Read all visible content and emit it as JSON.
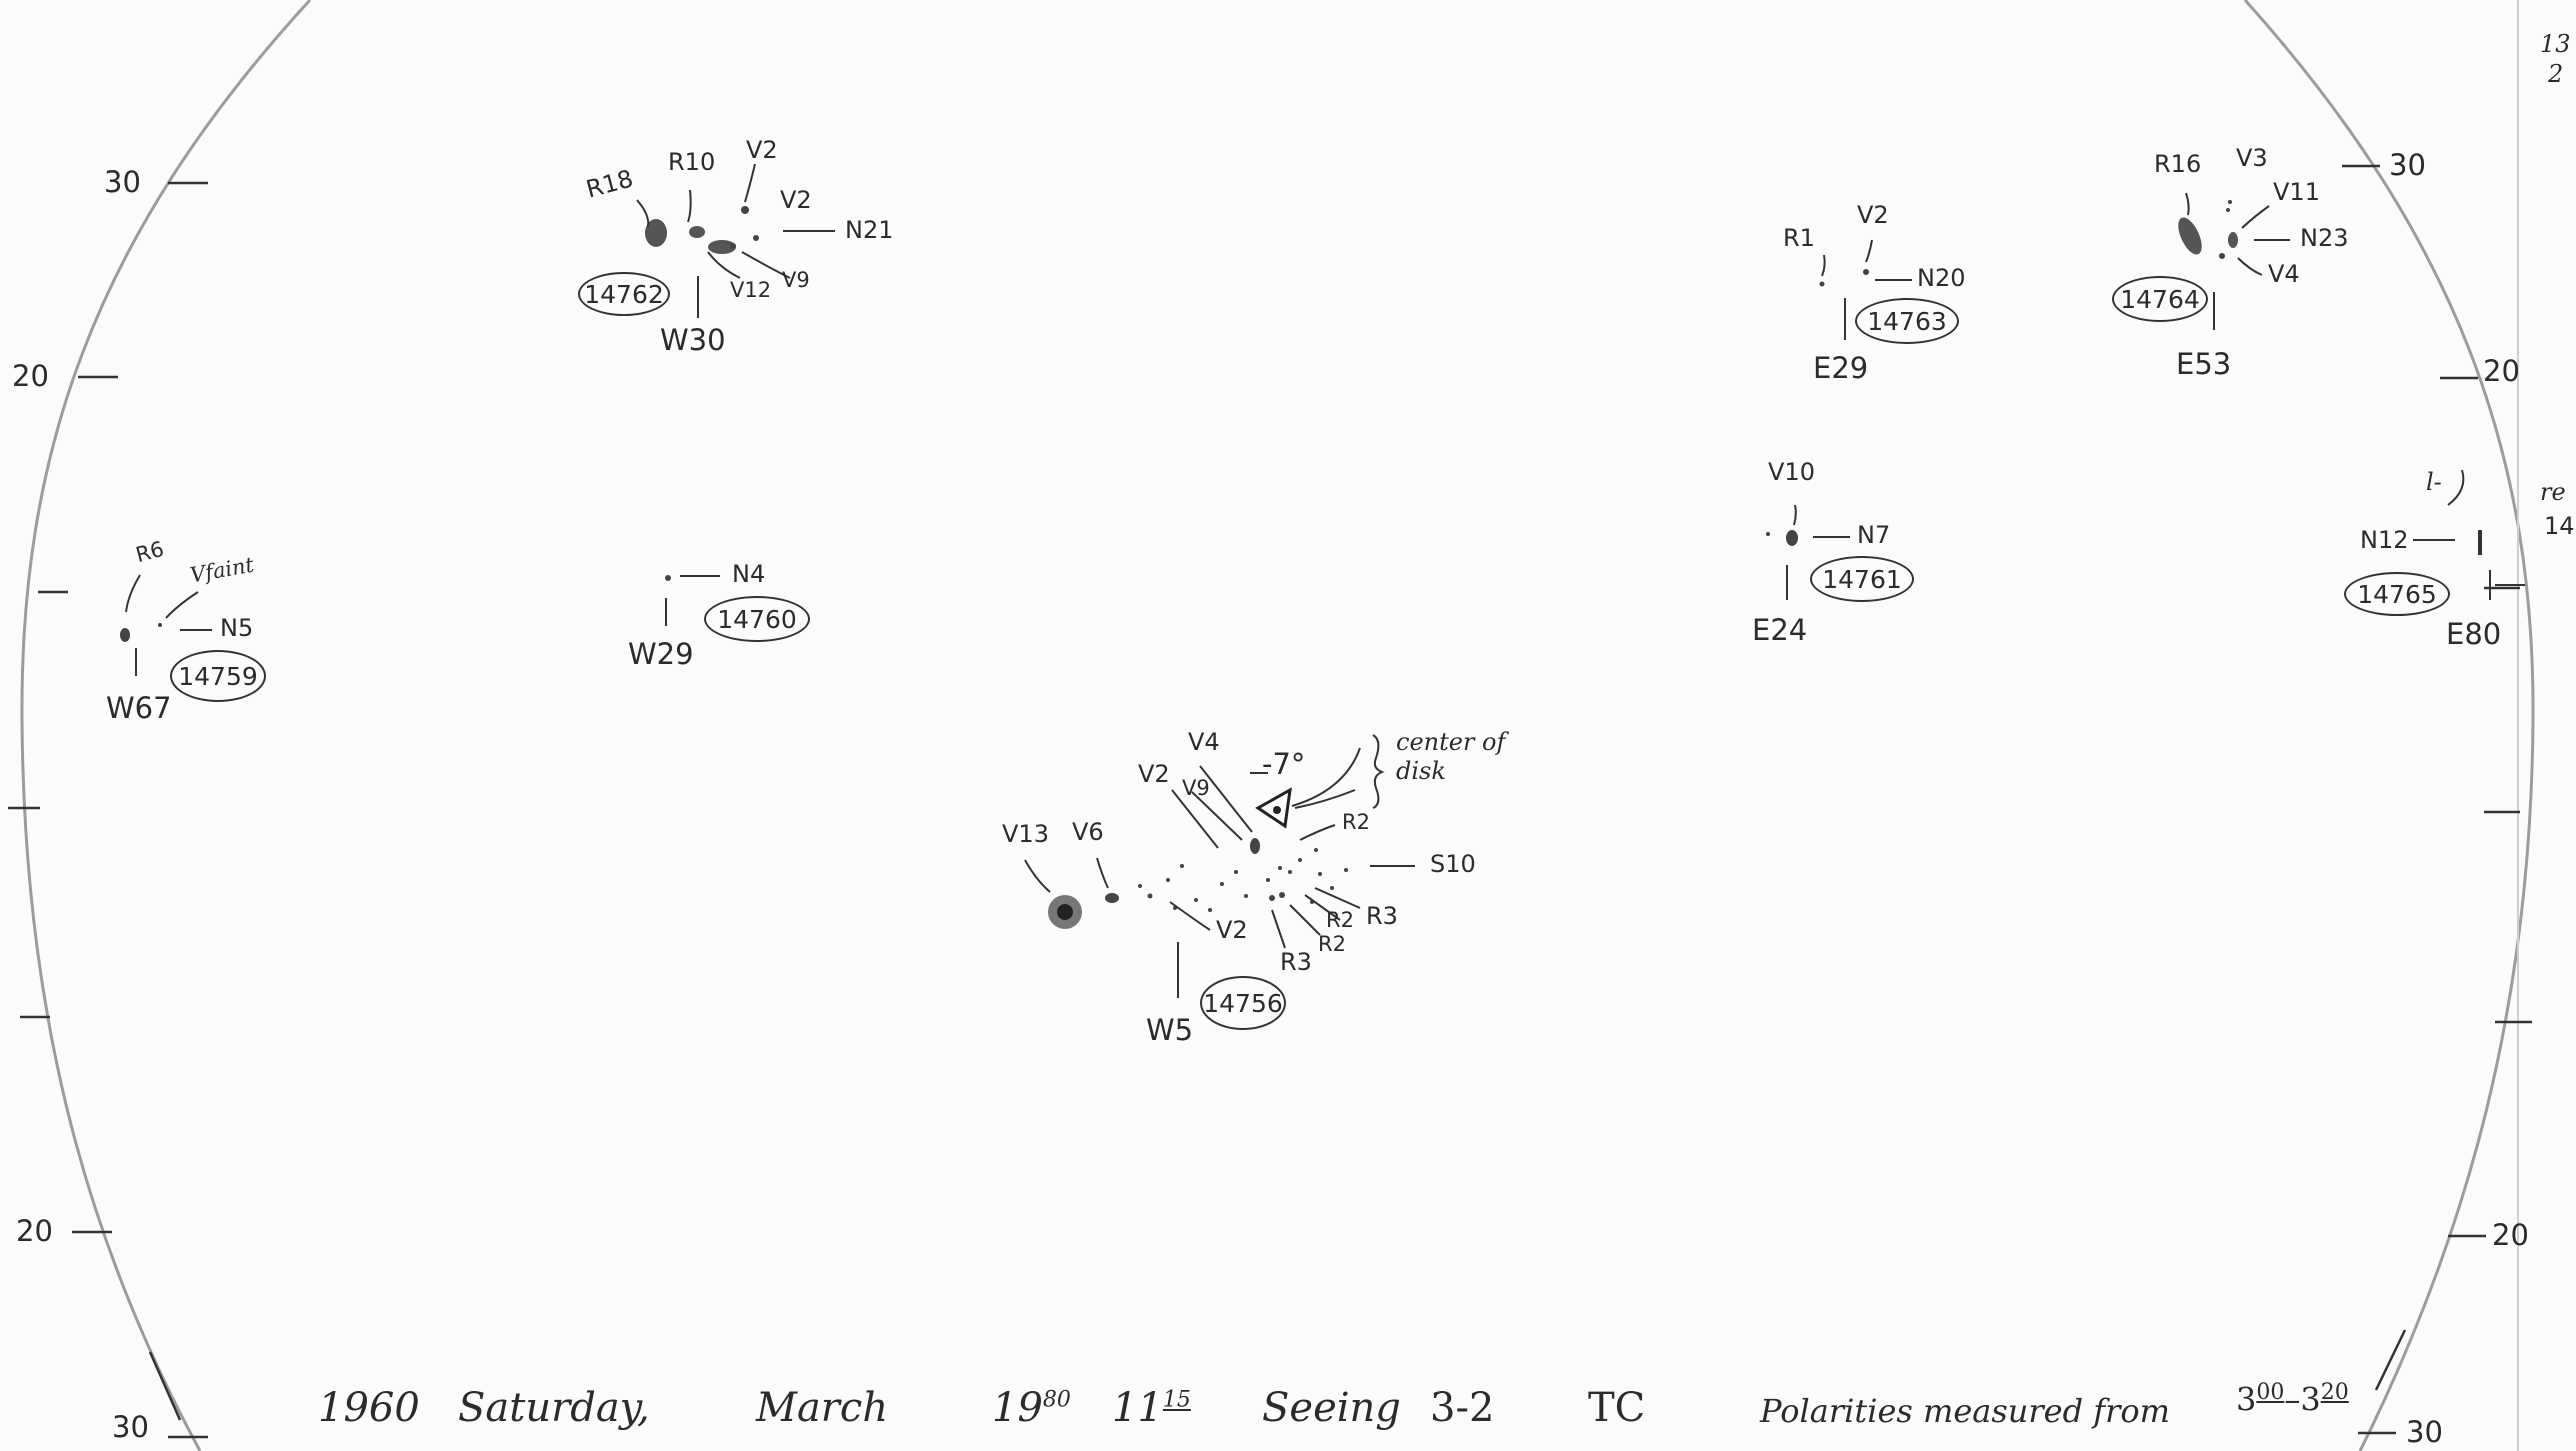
{
  "latitude_ticks": {
    "left": [
      "30",
      "20",
      "20",
      "30"
    ],
    "right": [
      "30",
      "20",
      "20",
      "30"
    ]
  },
  "regions": [
    {
      "number": "14762",
      "position": "W30",
      "labels": [
        "R18",
        "R10",
        "V2",
        "V2",
        "N21",
        "V12",
        "V9"
      ]
    },
    {
      "number": "14763",
      "position": "E29",
      "labels": [
        "R1",
        "V2",
        "N20"
      ]
    },
    {
      "number": "14764",
      "position": "E53",
      "labels": [
        "R16",
        "V3",
        "V11",
        "N23",
        "V4"
      ]
    },
    {
      "number": "14759",
      "position": "W67",
      "labels": [
        "R6",
        "Vfaint",
        "N5"
      ]
    },
    {
      "number": "14760",
      "position": "W29",
      "labels": [
        "N4"
      ]
    },
    {
      "number": "14761",
      "position": "E24",
      "labels": [
        "V10",
        "N7"
      ]
    },
    {
      "number": "14765",
      "position": "E80",
      "labels": [
        "N12"
      ]
    },
    {
      "number": "14756",
      "position": "W5",
      "labels": [
        "V13",
        "V6",
        "V2",
        "V4",
        "V9",
        "R2",
        "S10",
        "R2",
        "R3",
        "R3",
        "R2",
        "V2"
      ]
    }
  ],
  "center_marker": {
    "angle": "-7°",
    "note": "center of disk"
  },
  "margin_fragments": {
    "top_right": [
      "13",
      "2"
    ],
    "right": [
      "l-",
      "re",
      "14"
    ]
  },
  "footer": {
    "year": "1960",
    "day": "Saturday,",
    "month": "March",
    "date": "19",
    "date_frac": "80",
    "time": "11",
    "time_frac": "15",
    "seeing_label": "Seeing",
    "seeing_value": "3-2",
    "observer": "TC",
    "polarity_note": "Polarities measured from",
    "polarity_from": "3",
    "polarity_from_min": "00",
    "polarity_to": "3",
    "polarity_to_min": "20"
  }
}
